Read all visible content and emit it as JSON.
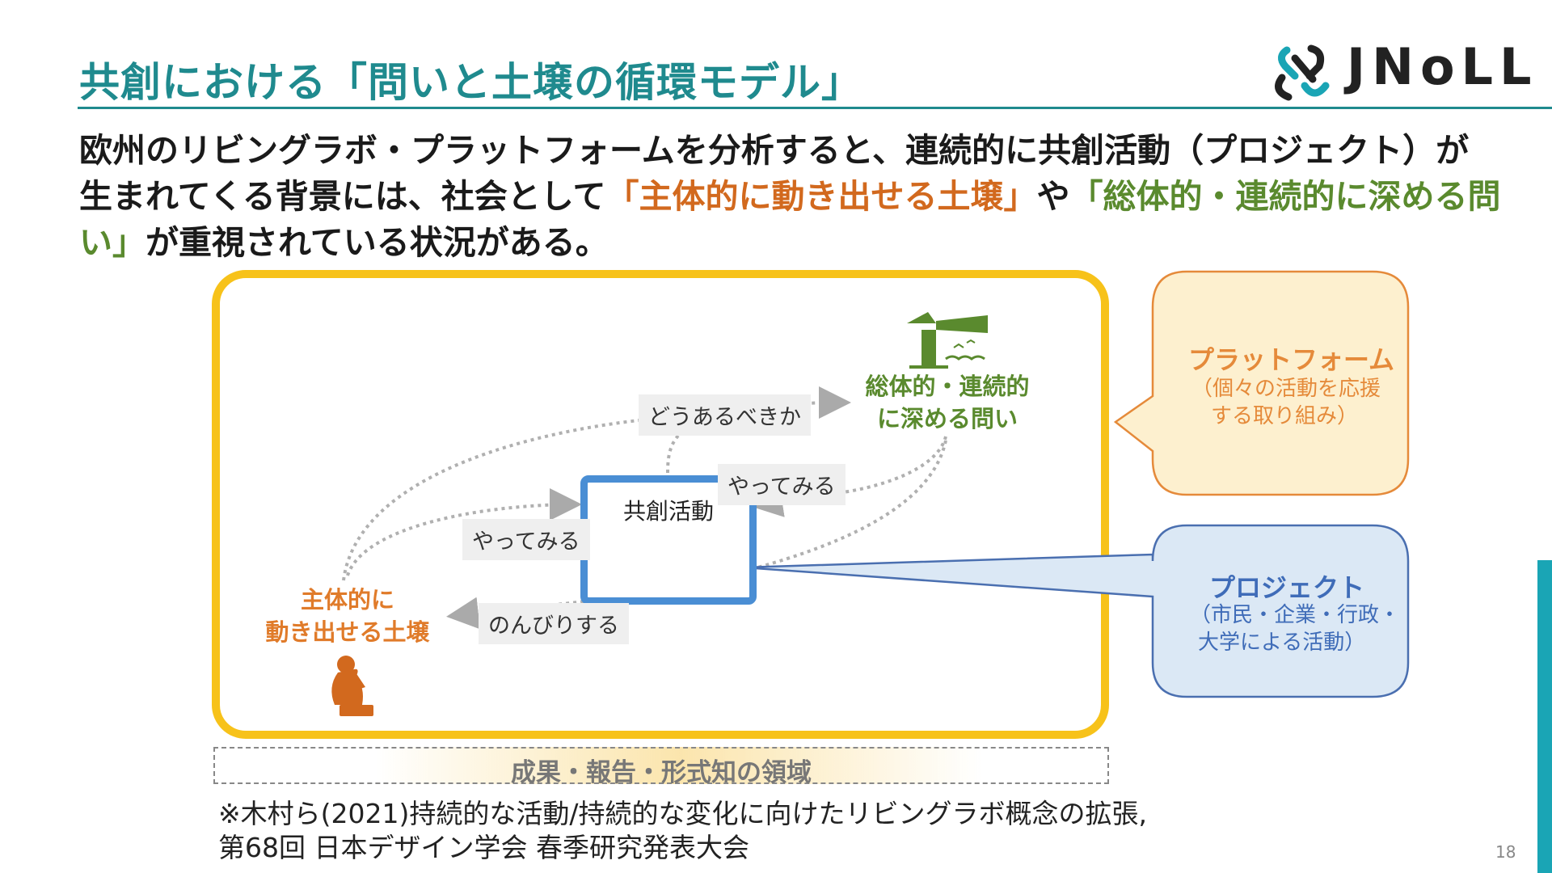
{
  "title": "共創における「問いと土壌の循環モデル」",
  "logo": {
    "text": "JNoLL"
  },
  "lead": {
    "part1": "欧州のリビングラボ・プラットフォームを分析すると、連続的に共創活動（プロジェクト）が生まれてくる背景には、社会として",
    "highlight1": "「主体的に動き出せる土壌」",
    "part2": "や",
    "highlight2": "「総体的・連続的に深める問い」",
    "part3": "が重視されている状況がある。"
  },
  "diagram": {
    "center": "共創活動",
    "soil": {
      "line1": "主体的に",
      "line2": "動き出せる土壌"
    },
    "question": {
      "line1": "総体的・連続的",
      "line2": "に深める問い"
    },
    "labels": {
      "how_should": "どうあるべきか",
      "try_right": "やってみる",
      "try_left": "やってみる",
      "relax": "のんびりする"
    }
  },
  "callouts": {
    "platform": {
      "title": "プラットフォーム",
      "line1": "（個々の活動を応援",
      "line2": "する取り組み）"
    },
    "project": {
      "title": "プロジェクト",
      "line1": "（市民・企業・行政・",
      "line2": "大学による活動）"
    }
  },
  "outcome_band": "成果・報告・形式知の領域",
  "citation": {
    "line1": "※木村ら(2021)持続的な活動/持続的な変化に向けたリビングラボ概念の拡張,",
    "line2": "第68回 日本デザイン学会 春季研究発表大会"
  },
  "page_number": "18",
  "colors": {
    "title": "#1f8a8e",
    "orange": "#e07b2a",
    "green": "#5a8a2e",
    "frame": "#f7c21a",
    "blue": "#4a8ed4",
    "platform_fill": "#fdf0cf",
    "project_fill": "#dbe8f5"
  }
}
